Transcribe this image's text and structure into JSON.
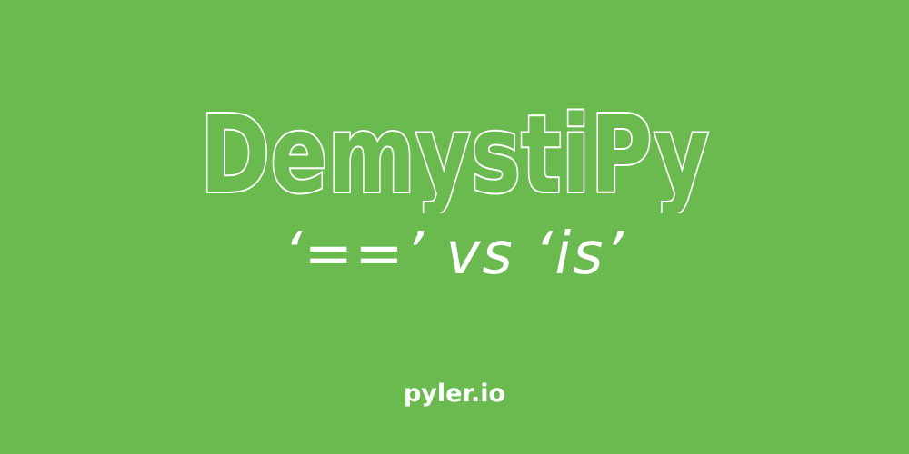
{
  "banner": {
    "title": "DemystiPy",
    "subtitle": "‘==’ vs ‘is’",
    "site": "pyler.io"
  },
  "colors": {
    "background": "#6aba50",
    "text": "#ffffff"
  }
}
